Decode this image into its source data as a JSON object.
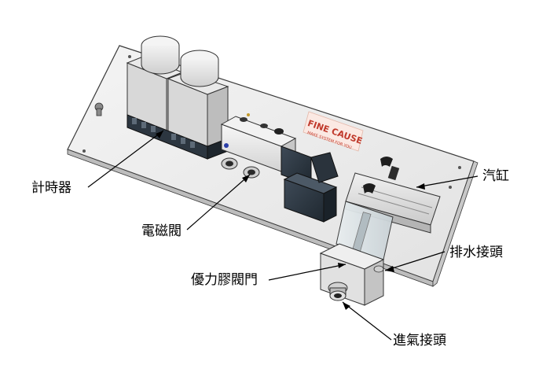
{
  "diagram": {
    "background": "#ffffff",
    "logo": {
      "brand": "FINE CAUSE",
      "tagline": "MAKE SYSTEM FOR YOU",
      "color": "#c0392b"
    },
    "callouts": [
      {
        "id": "timer",
        "label": "計時器"
      },
      {
        "id": "solenoid-valve",
        "label": "電磁閥"
      },
      {
        "id": "urethane-valve",
        "label": "優力膠閥門"
      },
      {
        "id": "cylinder",
        "label": "汽缸"
      },
      {
        "id": "drain-fitting",
        "label": "排水接頭"
      },
      {
        "id": "inlet-fitting",
        "label": "進氣接頭"
      }
    ]
  }
}
